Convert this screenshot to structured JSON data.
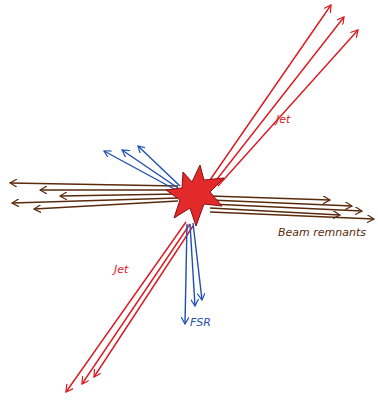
{
  "diagram": {
    "labels": [
      "Jet",
      "Beam remnants",
      "Jet",
      "FSR"
    ]
  }
}
